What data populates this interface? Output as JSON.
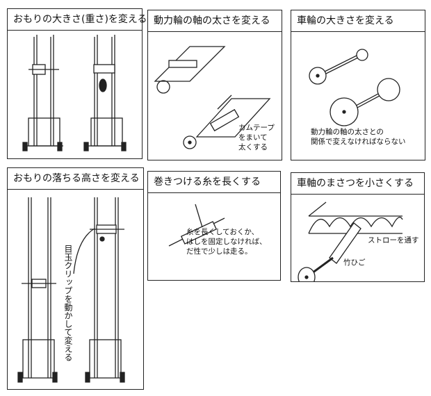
{
  "panels": [
    {
      "title": "おもりの大きさ(重さ)を変える"
    },
    {
      "title": "動力輪の軸の太さを変える",
      "note": [
        "カムテープ",
        "をまいて",
        "太くする"
      ]
    },
    {
      "title": "車輪の大きさを変える",
      "note": [
        "動力輪の軸の太さとの",
        "関係で変えなければならない"
      ]
    },
    {
      "title": "おもりの落ちる高さを変える",
      "note": "目玉クリップを動かして変える"
    },
    {
      "title": "巻きつける糸を長くする",
      "note": [
        "糸を長くしておくか、",
        "はしを固定しなければ、",
        "だ性で少しは走る。"
      ]
    },
    {
      "title": "車軸のまさつを小さくする",
      "note": [
        "ストローを通す",
        "竹ひご"
      ]
    }
  ]
}
